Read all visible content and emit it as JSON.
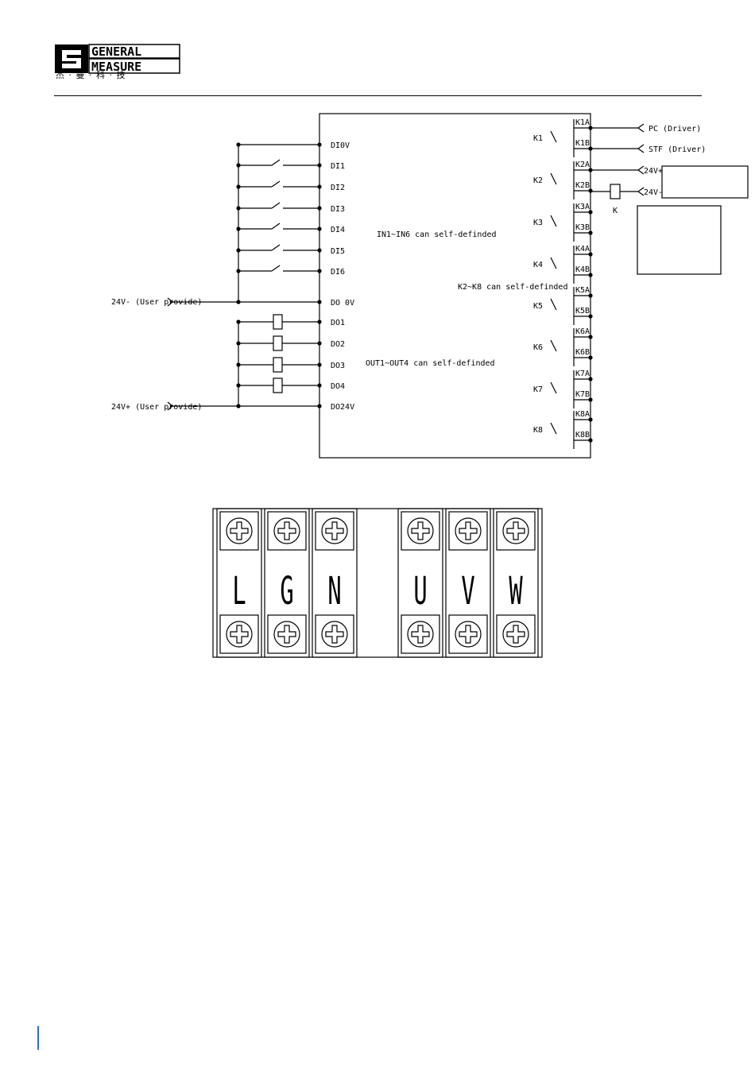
{
  "brand": {
    "line1": "GENERAL",
    "line2": "MEASURE",
    "subtitle": "杰 · 曼 · 科 · 技"
  },
  "wiring": {
    "left_terminals": [
      "DI0V",
      "DI1",
      "DI2",
      "DI3",
      "DI4",
      "DI5",
      "DI6",
      "DO 0V",
      "DO1",
      "DO2",
      "DO3",
      "DO4",
      "DO24V"
    ],
    "user_minus": "24V- (User provide)",
    "user_plus": "24V+ (User provide)",
    "note_inputs": "IN1~IN6 can self-definded",
    "note_outputs": "OUT1~OUT4 can self-definded",
    "note_relays": "K2~K8 can self-definded",
    "relays": [
      {
        "name": "K1",
        "a": "K1A",
        "b": "K1B"
      },
      {
        "name": "K2",
        "a": "K2A",
        "b": "K2B"
      },
      {
        "name": "K3",
        "a": "K3A",
        "b": "K3B"
      },
      {
        "name": "K4",
        "a": "K4A",
        "b": "K4B"
      },
      {
        "name": "K5",
        "a": "K5A",
        "b": "K5B"
      },
      {
        "name": "K6",
        "a": "K6A",
        "b": "K6B"
      },
      {
        "name": "K7",
        "a": "K7A",
        "b": "K7B"
      },
      {
        "name": "K8",
        "a": "K8A",
        "b": "K8B"
      }
    ],
    "k1a_signal": "PC (Driver)",
    "k1b_signal": "STF (Driver)",
    "k2a_signal": "24V+",
    "k2b_signal": "24V-",
    "relay_coil": "K"
  },
  "power_terminals": [
    "L",
    "G",
    "N",
    "U",
    "V",
    "W"
  ]
}
